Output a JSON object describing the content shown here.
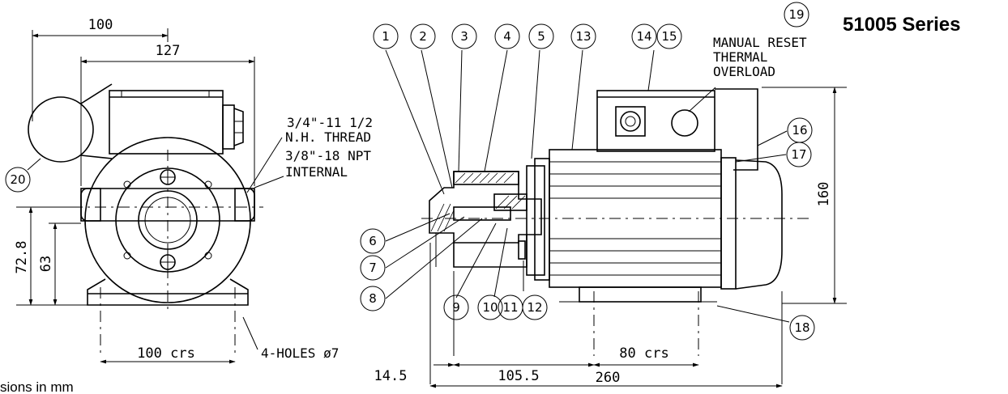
{
  "title": "51005 Series",
  "units_note": "sions in mm",
  "dimensions": {
    "d100": "100",
    "d127": "127",
    "d72_8": "72.8",
    "d63": "63",
    "d100crs": "100 crs",
    "d14_5": "14.5",
    "d105_5": "105.5",
    "d80crs": "80 crs",
    "d260": "260",
    "d160": "160"
  },
  "labels": {
    "thread_1": "3/4\"-11 1/2",
    "thread_2": "N.H. THREAD",
    "npt_1": "3/8\"-18 NPT",
    "npt_2": "INTERNAL",
    "holes": "4-HOLES ø7",
    "reset_1": "MANUAL  RESET",
    "reset_2": "THERMAL",
    "reset_3": "OVERLOAD"
  },
  "callouts": [
    "1",
    "2",
    "3",
    "4",
    "5",
    "13",
    "14",
    "15",
    "19",
    "16",
    "17",
    "6",
    "7",
    "8",
    "9",
    "10",
    "11",
    "12",
    "18",
    "20"
  ]
}
